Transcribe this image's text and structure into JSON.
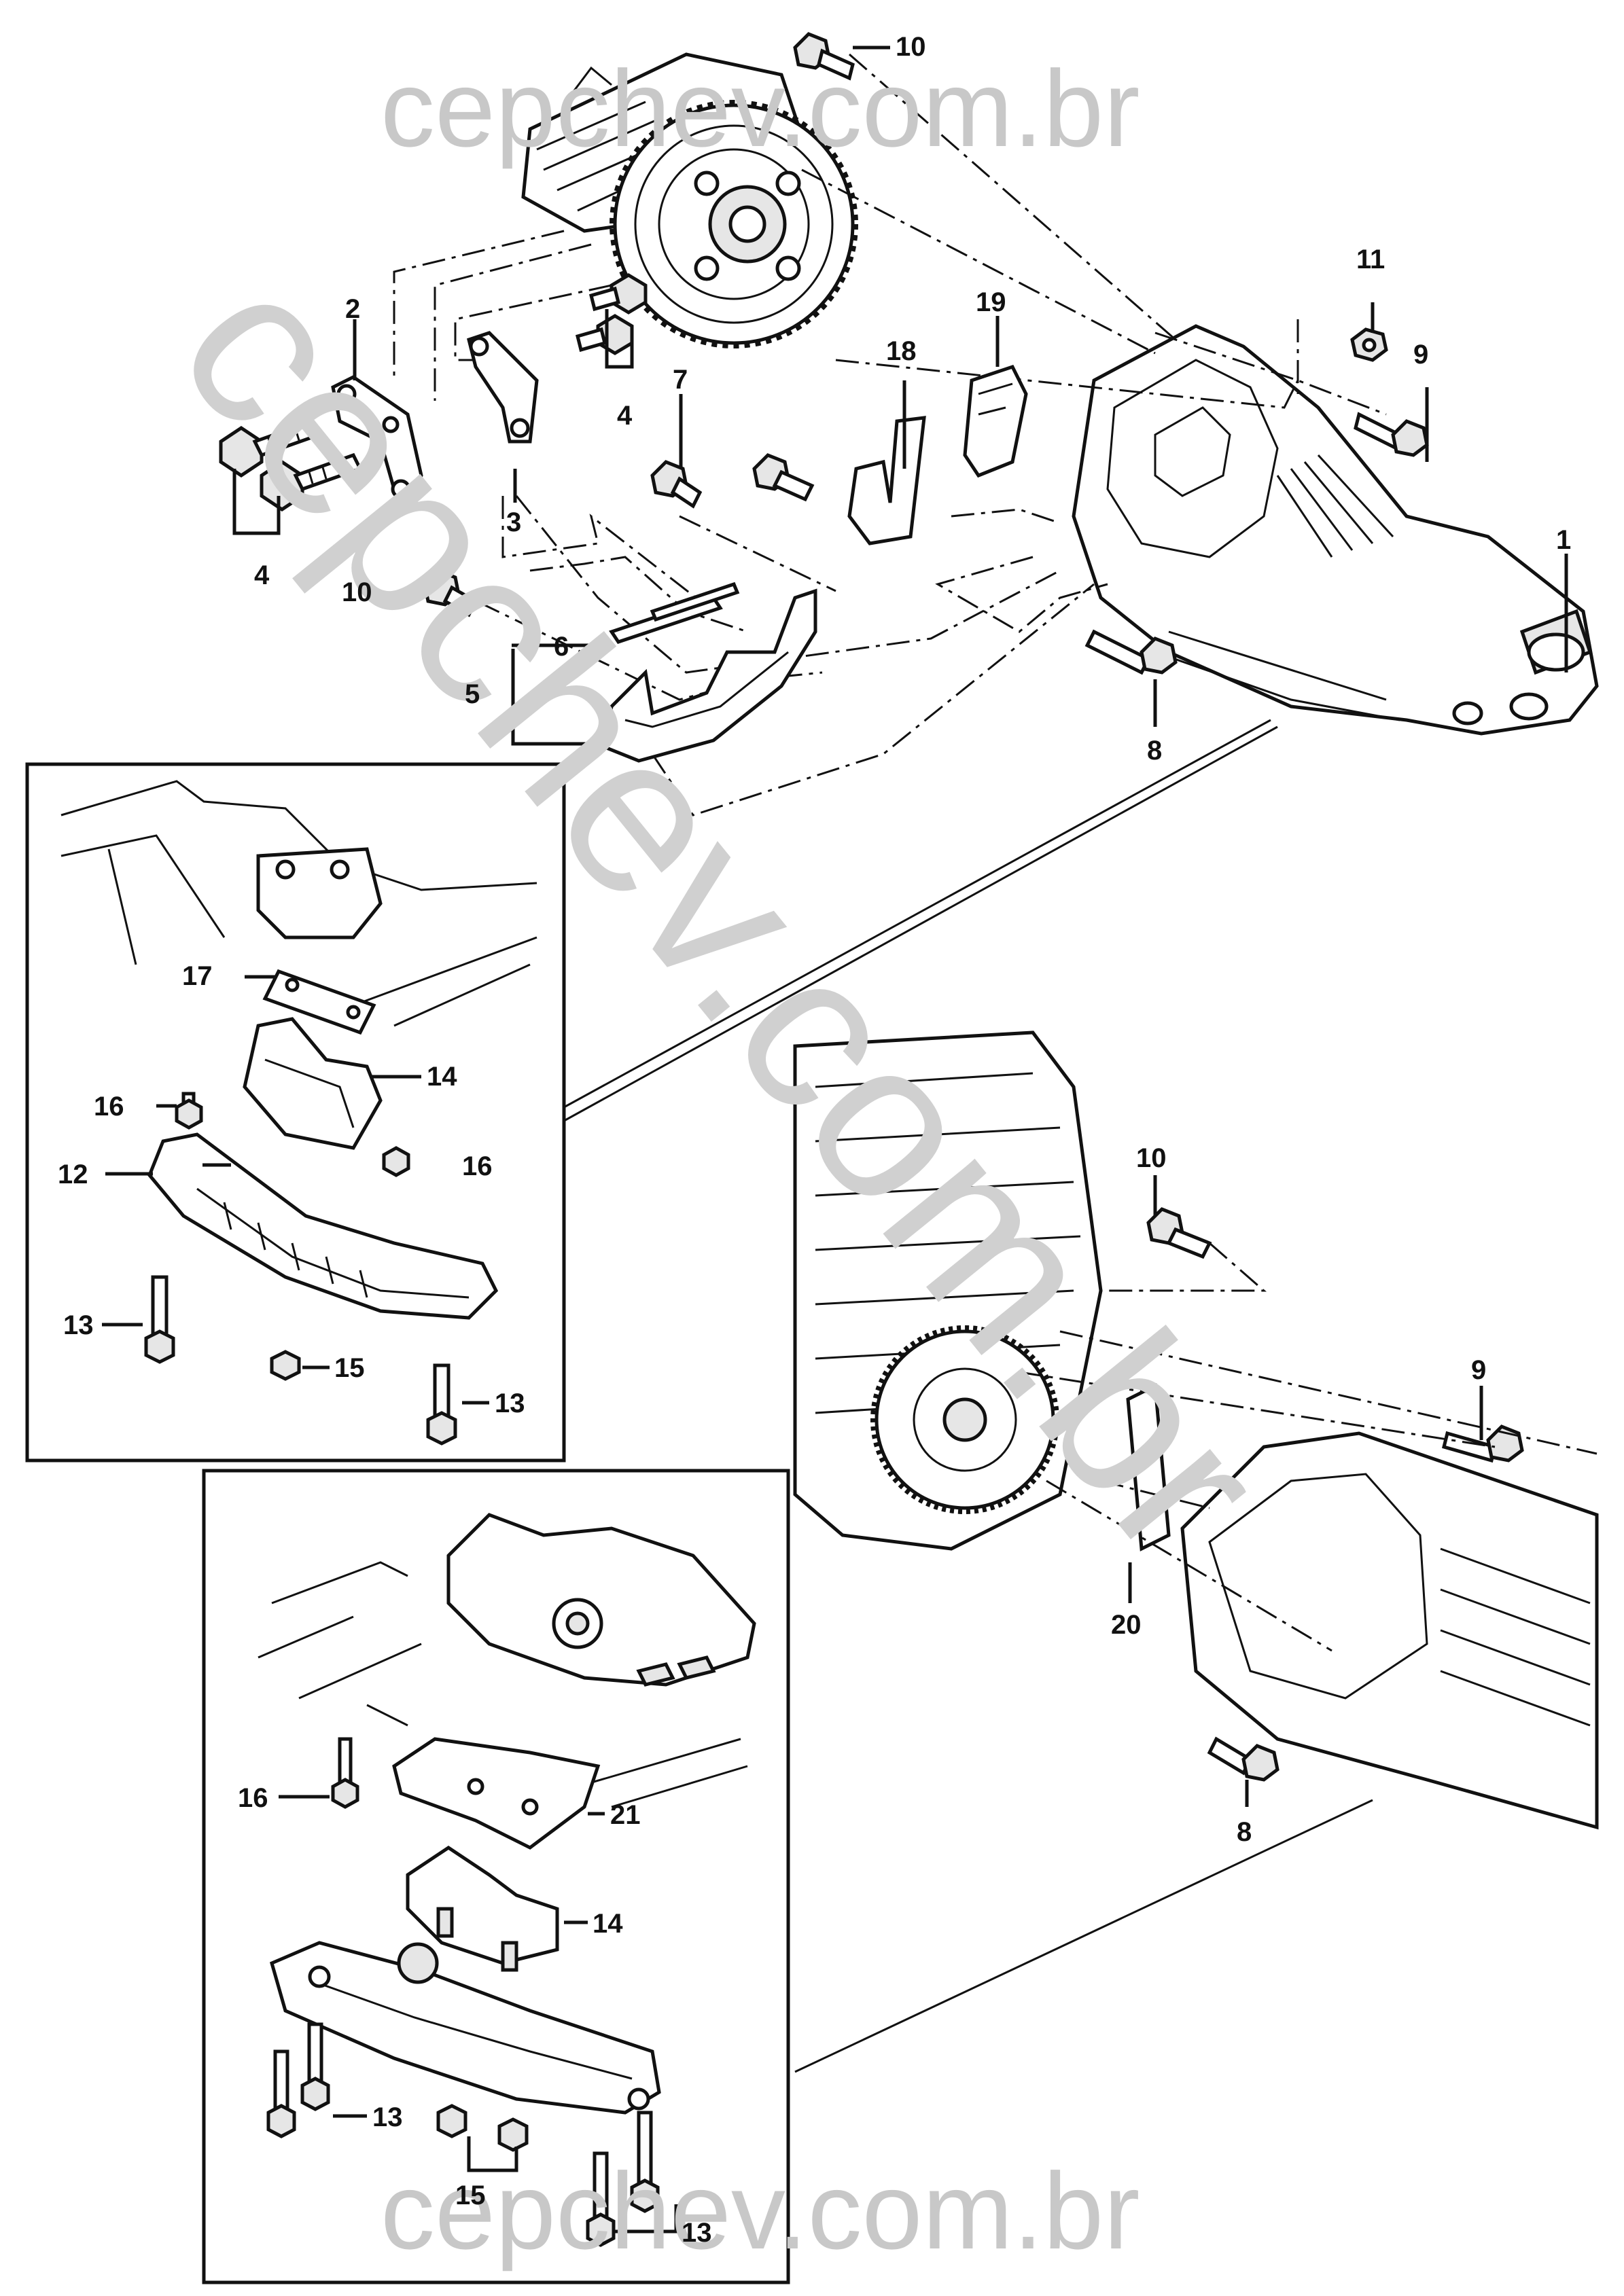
{
  "watermark": {
    "top": "cepchev.com.br",
    "diagonal": "cepchev.com.br",
    "bottom": "cepchev.com.br"
  },
  "callouts": {
    "c1": "1",
    "c2": "2",
    "c3": "3",
    "c4a": "4",
    "c4b": "4",
    "c5": "5",
    "c6": "6",
    "c7": "7",
    "c8a": "8",
    "c8b": "8",
    "c9a": "9",
    "c9b": "9",
    "c10a": "10",
    "c10b": "10",
    "c10c": "10",
    "c11": "11",
    "c12": "12",
    "c13a": "13",
    "c13b": "13",
    "c13c": "13",
    "c13d": "13",
    "c14a": "14",
    "c14b": "14",
    "c15a": "15",
    "c15b": "15",
    "c16a": "16",
    "c16b": "16",
    "c16c": "16",
    "c17": "17",
    "c18": "18",
    "c19": "19",
    "c20": "20",
    "c21": "21"
  }
}
